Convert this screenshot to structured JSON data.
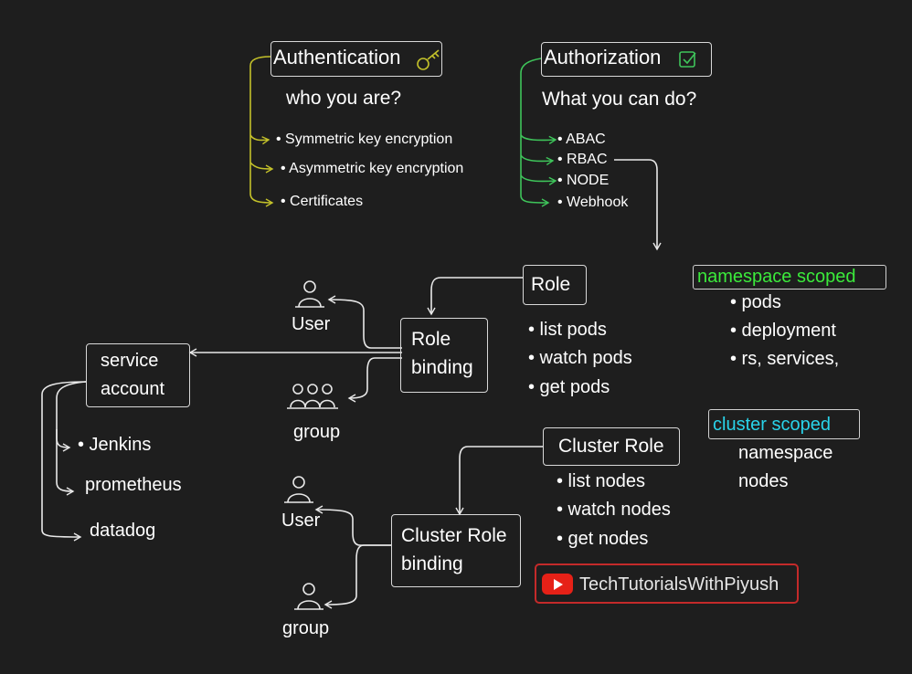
{
  "colors": {
    "auth_line": "#c3c12a",
    "authz_line": "#3ec45a",
    "namespace_scoped": "#3bea3b",
    "cluster_scoped": "#29d3ea",
    "brand_red": "#e62117"
  },
  "authentication": {
    "title": "Authentication",
    "icon": "key-icon",
    "subtitle": "who you are?",
    "items": [
      "• Symmetric key encryption",
      "• Asymmetric key encryption",
      "• Certificates"
    ]
  },
  "authorization": {
    "title": "Authorization",
    "icon": "checkbox-icon",
    "subtitle": "What you can do?",
    "items": [
      "• ABAC",
      "• RBAC",
      "• NODE",
      "• Webhook"
    ]
  },
  "role": {
    "title": "Role",
    "items": [
      "• list pods",
      "• watch pods",
      "• get pods"
    ]
  },
  "role_binding": {
    "line1": "Role",
    "line2": "binding"
  },
  "namespace_scoped": {
    "title": "namespace scoped",
    "items": [
      "• pods",
      "• deployment",
      "• rs, services,"
    ]
  },
  "cluster_scoped": {
    "title": "cluster scoped",
    "items": [
      "namespace",
      "nodes"
    ]
  },
  "service_account": {
    "line1": "service",
    "line2": "account",
    "items": [
      "• Jenkins",
      "prometheus",
      "datadog"
    ]
  },
  "role_binding_subjects": {
    "user": "User",
    "group": "group"
  },
  "cluster_role": {
    "title": "Cluster Role",
    "items": [
      "• list nodes",
      "• watch nodes",
      "• get nodes"
    ]
  },
  "cluster_role_binding": {
    "line1": "Cluster Role",
    "line2": "binding"
  },
  "cluster_binding_subjects": {
    "user": "User",
    "group": "group"
  },
  "brand": {
    "icon": "youtube-icon",
    "label": "TechTutorialsWithPiyush"
  }
}
